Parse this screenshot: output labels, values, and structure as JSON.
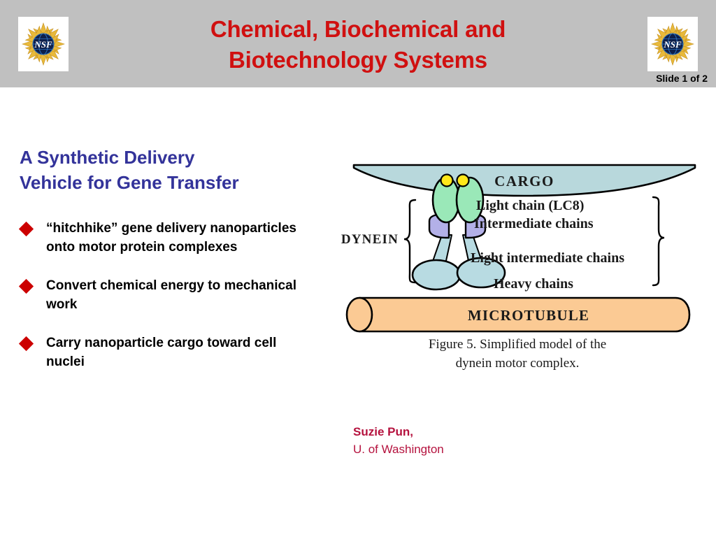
{
  "header": {
    "title_line1": "Chemical, Biochemical and",
    "title_line2": "Biotechnology Systems",
    "title_color": "#d01010",
    "band_color": "#c0c0c0",
    "slide_counter": "Slide 1 of 2",
    "logo_left_name": "NSF",
    "logo_right_name": "NSF"
  },
  "content": {
    "subhead_line1": "A Synthetic Delivery",
    "subhead_line2": "Vehicle for Gene Transfer",
    "subhead_color": "#33339a",
    "bullet_color": "#cc0000",
    "bullets": [
      "“hitchhike” gene delivery nanoparticles onto motor protein complexes",
      "Convert chemical energy to mechanical work",
      "Carry nanoparticle cargo toward cell nuclei"
    ]
  },
  "figure": {
    "cargo_label": "CARGO",
    "dynein_label": "DYNEIN",
    "microtubule_label": "MICROTUBULE",
    "annotations": [
      "Light chain (LC8)",
      "Intermediate chains",
      "Light intermediate chains",
      "Heavy chains"
    ],
    "caption_line1": "Figure 5.  Simplified model of the",
    "caption_line2": "dynein motor complex.",
    "colors": {
      "cargo_fill": "#b8d8dc",
      "light_chain_fill": "#ffe81a",
      "intermediate_chain_fill": "#9ae8b8",
      "light_intermediate_fill": "#b3b0e8",
      "heavy_chain_fill": "#b8dbe2",
      "microtubule_fill": "#fbca94",
      "outline": "#000000"
    }
  },
  "attribution": {
    "person": "Suzie Pun,",
    "affiliation": "U. of Washington",
    "color": "#b5123e"
  }
}
